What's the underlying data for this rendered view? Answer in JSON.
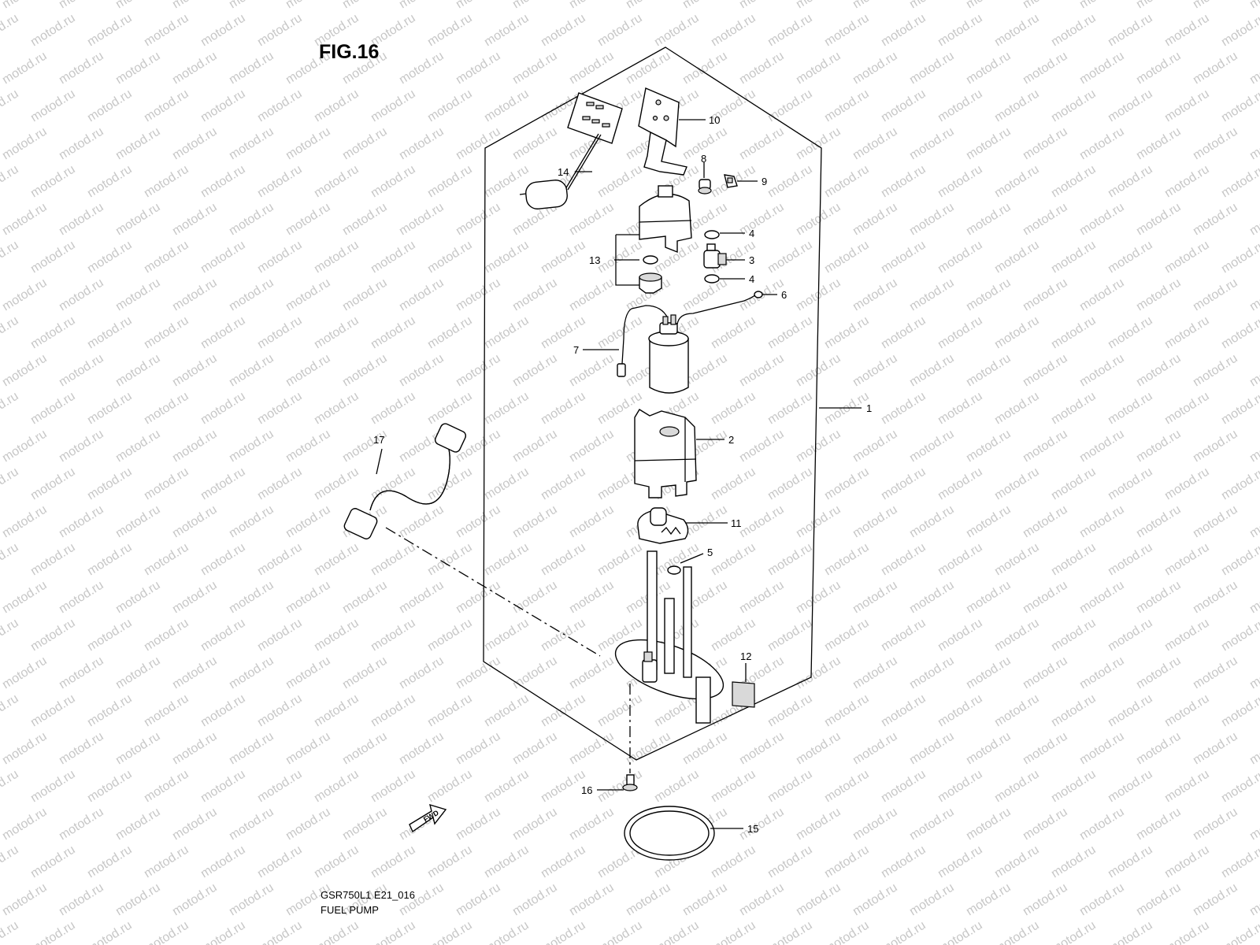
{
  "figure": {
    "title": "FIG.16",
    "model_code": "GSR750L1 E21_016",
    "caption": "FUEL PUMP",
    "watermark": "motod.ru",
    "fwd_label": "FWD"
  },
  "callouts": [
    {
      "id": "1",
      "label": "1"
    },
    {
      "id": "2",
      "label": "2"
    },
    {
      "id": "3",
      "label": "3"
    },
    {
      "id": "4a",
      "label": "4"
    },
    {
      "id": "4b",
      "label": "4"
    },
    {
      "id": "5",
      "label": "5"
    },
    {
      "id": "6",
      "label": "6"
    },
    {
      "id": "7",
      "label": "7"
    },
    {
      "id": "8",
      "label": "8"
    },
    {
      "id": "9",
      "label": "9"
    },
    {
      "id": "10",
      "label": "10"
    },
    {
      "id": "11",
      "label": "11"
    },
    {
      "id": "12",
      "label": "12"
    },
    {
      "id": "13",
      "label": "13"
    },
    {
      "id": "14",
      "label": "14"
    },
    {
      "id": "15",
      "label": "15"
    },
    {
      "id": "16",
      "label": "16"
    },
    {
      "id": "17",
      "label": "17"
    }
  ],
  "colors": {
    "line": "#000000",
    "watermark": "#c7c7c7",
    "shade": "#d9d9d9"
  }
}
